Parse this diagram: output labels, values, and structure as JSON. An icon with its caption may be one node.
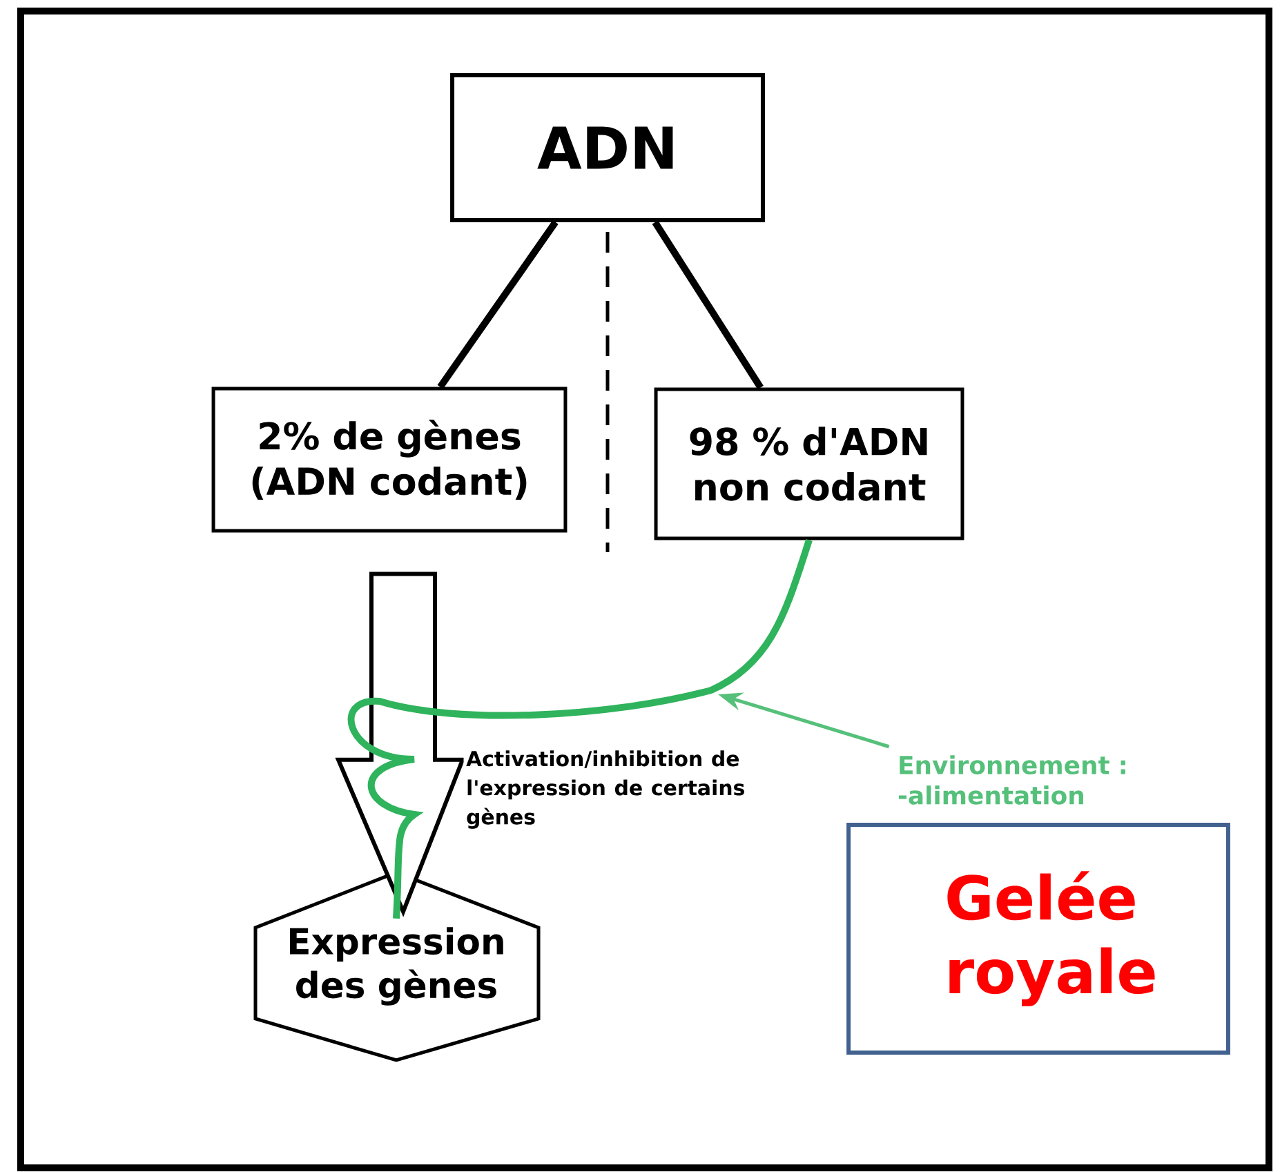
{
  "diagram": {
    "nodes": [
      {
        "text": [
          "ADN"
        ]
      },
      {
        "text": [
          "2% de gènes (ADN codant)"
        ]
      },
      {
        "text": [
          "98 % d'ADN non codant"
        ]
      },
      {
        "text": [
          "Expression des gènes"
        ]
      },
      {
        "text": [
          "Environnement : -alimentation"
        ]
      },
      {
        "text": [
          "Gelée royale"
        ]
      }
    ],
    "edges": [
      {
        "from": 0,
        "to": 1,
        "arrow": "none"
      },
      {
        "from": 0,
        "to": 2,
        "arrow": "none"
      },
      {
        "from": 1,
        "to": 3,
        "arrow": "to",
        "label": "Activation/inhibition de l'expression de certains gènes"
      },
      {
        "from": 2,
        "to": 3,
        "arrow": "none",
        "color": "#2fb35c"
      },
      {
        "from": 4,
        "to": null,
        "arrow": "to",
        "color": "#55c07a"
      }
    ]
  }
}
